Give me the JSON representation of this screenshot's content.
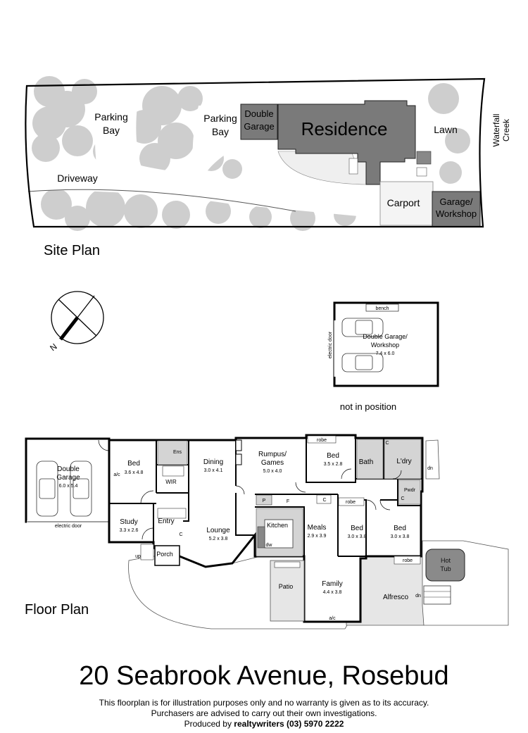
{
  "site_plan": {
    "heading": "Site Plan",
    "labels": {
      "parking_bay_1": [
        "Parking",
        "Bay"
      ],
      "parking_bay_2": [
        "Parking",
        "Bay"
      ],
      "double_garage": [
        "Double",
        "Garage"
      ],
      "residence": "Residence",
      "lawn": "Lawn",
      "waterfall_creek": [
        "Waterfall",
        "Creek"
      ],
      "driveway": "Driveway",
      "carport": "Carport",
      "garage_workshop": [
        "Garage/",
        "Workshop"
      ]
    }
  },
  "compass": {
    "north": "N"
  },
  "outbuilding": {
    "bench": "bench",
    "electric_door": "electric door",
    "name": [
      "Double Garage/",
      "Workshop"
    ],
    "size": "7.4 x 6.0",
    "note": "not in position"
  },
  "floor_plan": {
    "heading": "Floor Plan",
    "rooms": {
      "garage": {
        "name": [
          "Double",
          "Garage"
        ],
        "size": "6.0 x 5.4"
      },
      "garage_door": "electric door",
      "bed1": {
        "name": "Bed",
        "size": "3.6 x 4.8"
      },
      "ac1": "a/c",
      "ens": "Ens",
      "wir": "WIR",
      "dining": {
        "name": "Dining",
        "size": "3.0 x 4.1"
      },
      "rumpus": {
        "name": [
          "Rumpus/",
          "Games"
        ],
        "size": "5.0 x 4.0"
      },
      "bed2": {
        "name": "Bed",
        "size": "3.5 x 2.8"
      },
      "robe1": "robe",
      "bath": "Bath",
      "ldry": "L'dry",
      "dn1": "dn",
      "pwdr": "Pwdr",
      "c1": "C",
      "c2": "C",
      "c3": "C",
      "c4": "C",
      "study": {
        "name": "Study",
        "size": "3.3 x 2.6"
      },
      "entry": "Entry",
      "up": "up",
      "porch": "Porch",
      "lounge": {
        "name": "Lounge",
        "size": "5.2 x 3.8"
      },
      "p": "P",
      "f": "F",
      "kitchen": "Kitchen",
      "dw": "dw",
      "meals": {
        "name": "Meals",
        "size": "2.9 x 3.9"
      },
      "bed3": {
        "name": "Bed",
        "size": "3.0 x 3.8"
      },
      "robe2": "robe",
      "bed4": {
        "name": "Bed",
        "size": "3.0 x 3.8"
      },
      "robe3": "robe",
      "patio": "Patio",
      "family": {
        "name": "Family",
        "size": "4.4 x 3.8"
      },
      "ac2": "a/c",
      "alfresco": "Alfresco",
      "dn2": "dn",
      "hot_tub": [
        "Hot",
        "Tub"
      ]
    }
  },
  "footer": {
    "address": "20 Seabrook Avenue, Rosebud",
    "disclaimer_1": "This floorplan is for illustration purposes only and no warranty is given as to its accuracy.",
    "disclaimer_2": "Purchasers are advised to carry out their own investigations.",
    "produced_by": "Produced by",
    "company": "realtywriters",
    "phone": "(03) 5970 2222"
  }
}
